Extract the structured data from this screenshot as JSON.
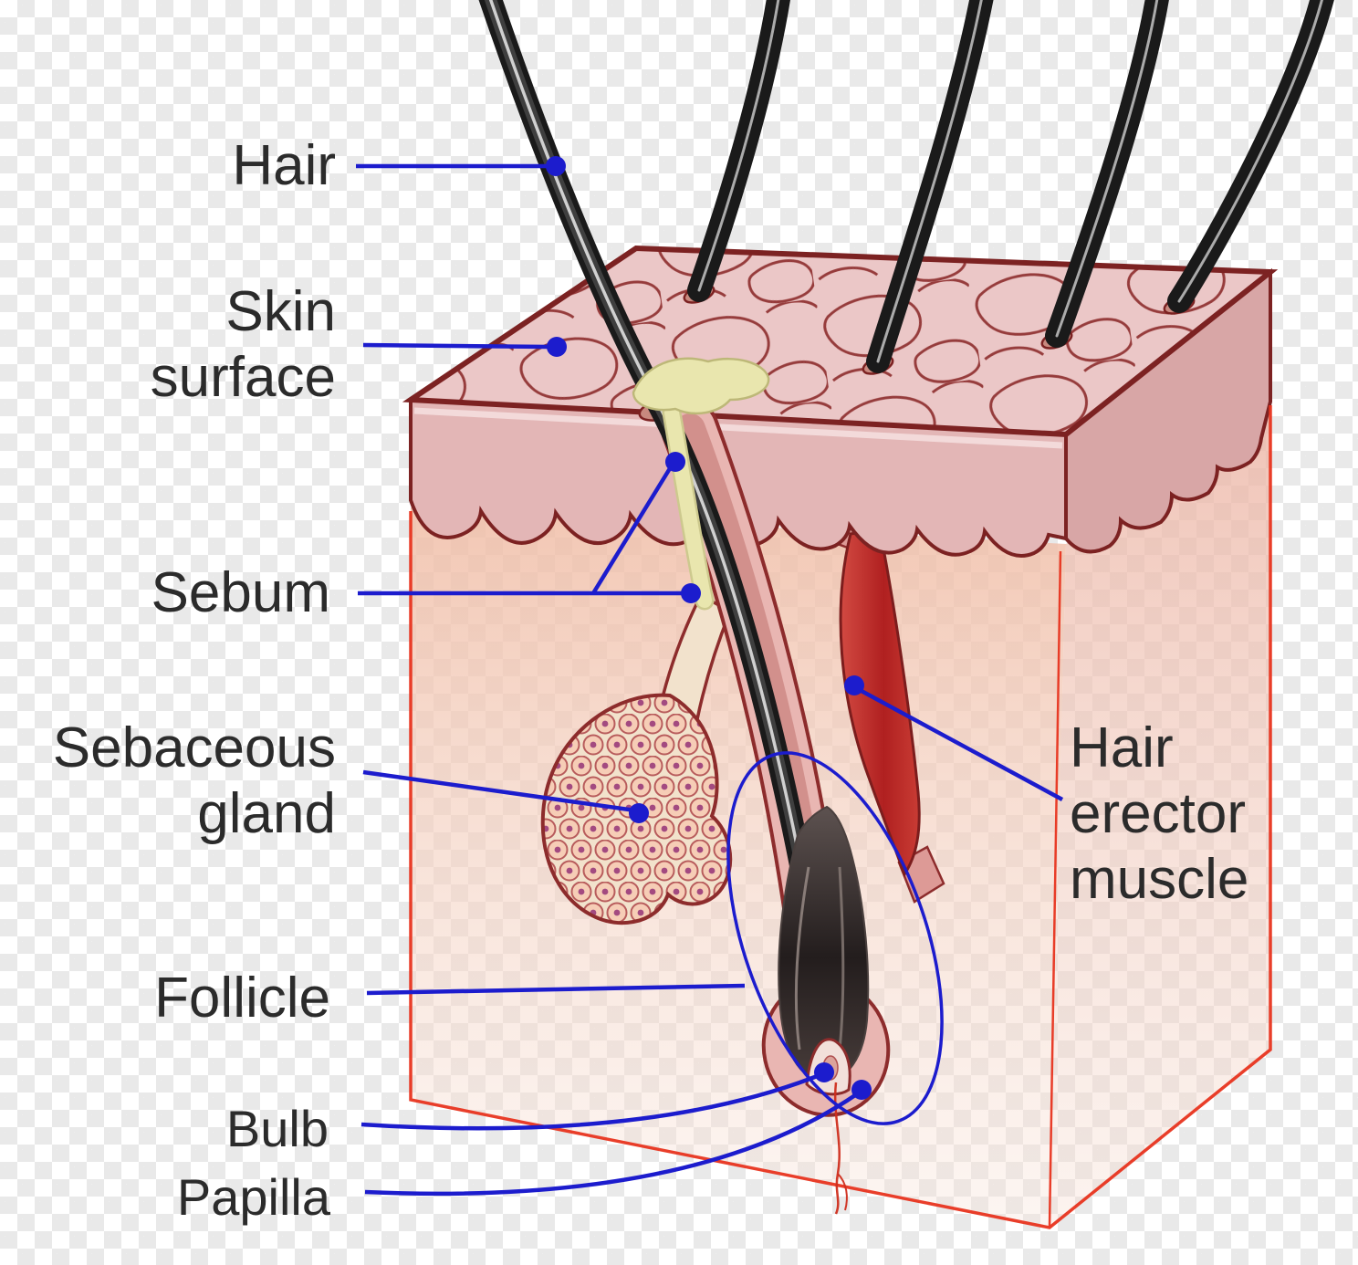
{
  "colors": {
    "leader": "#1c1ccd",
    "label_text": "#2b2b2b",
    "hair": "#1a1a1a",
    "muscle": "#b02020",
    "sebum": "#e9e6ae",
    "skin_outline": "#7c2222",
    "box_edge": "#e8341f"
  },
  "labels": {
    "hair": "Hair",
    "skin_surface_line1": "Skin",
    "skin_surface_line2": "surface",
    "sebum": "Sebum",
    "sebaceous_gland_line1": "Sebaceous",
    "sebaceous_gland_line2": "gland",
    "hair_erector_line1": "Hair",
    "hair_erector_line2": "erector",
    "hair_erector_line3": "muscle",
    "follicle": "Follicle",
    "bulb": "Bulb",
    "papilla": "Papilla"
  }
}
